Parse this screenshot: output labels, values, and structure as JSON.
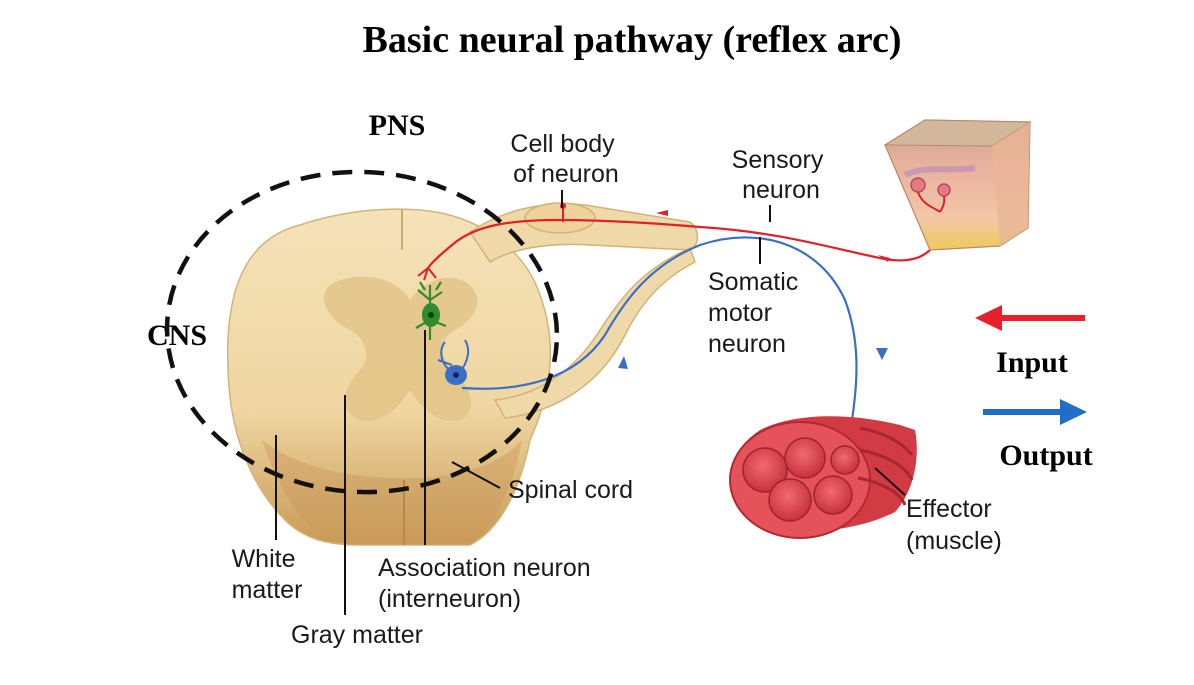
{
  "title": "Basic neural pathway (reflex arc)",
  "regions": {
    "pns": "PNS",
    "cns": "CNS"
  },
  "labels": {
    "cell_body": [
      "Cell body",
      "of neuron"
    ],
    "sensory_neuron": [
      "Sensory",
      "neuron"
    ],
    "somatic_motor_neuron": [
      "Somatic",
      "motor",
      "neuron"
    ],
    "spinal_cord": "Spinal cord",
    "effector": [
      "Effector",
      "(muscle)"
    ],
    "white_matter": [
      "White",
      "matter"
    ],
    "gray_matter": "Gray matter",
    "association_neuron": [
      "Association neuron",
      "(interneuron)"
    ]
  },
  "legend": {
    "input": "Input",
    "output": "Output"
  },
  "colors": {
    "sensory_path": "#e0202a",
    "motor_path": "#3a6fc4",
    "interneuron": "#2e8b2e",
    "input_arrow": "#e8202a",
    "output_arrow": "#1f6fc9",
    "spinal_cord_fill": "#f2dcae",
    "gray_matter_fill": "#e6c98d",
    "muscle_fill": "#e0474f"
  }
}
